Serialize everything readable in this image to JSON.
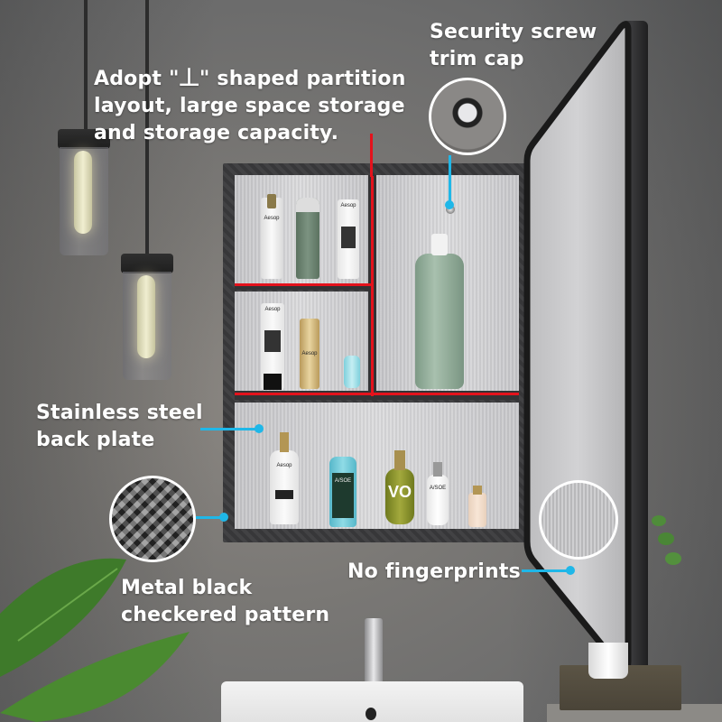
{
  "image": {
    "subject": "Wall-mounted black metal bathroom mirror cabinet with open mirror door",
    "accent_colors": {
      "callout_line": "#1fb7e8",
      "partition_highlight": "#e4121c",
      "text": "#ffffff",
      "wall": "#7a7875"
    }
  },
  "callouts": {
    "partition": {
      "lines": [
        "Adopt \"丄\" shaped partition",
        "layout, large space storage",
        "and storage capacity."
      ]
    },
    "security_screw": {
      "lines": [
        "Security screw",
        "trim cap"
      ]
    },
    "back_plate": {
      "lines": [
        "Stainless steel",
        "back plate"
      ]
    },
    "checkered": {
      "lines": [
        "Metal black",
        "checkered pattern"
      ]
    },
    "fingerprints": {
      "lines": [
        "No fingerprints"
      ]
    }
  },
  "product_labels": {
    "upper_left": [
      "Aesop",
      "",
      "Aesop"
    ],
    "middle_left": [
      "Aesop",
      "Aesop",
      ""
    ],
    "right_tall": [
      ""
    ],
    "bottom": [
      "Aesop",
      "A/SOE",
      "VO",
      "A/SOE",
      ""
    ]
  }
}
